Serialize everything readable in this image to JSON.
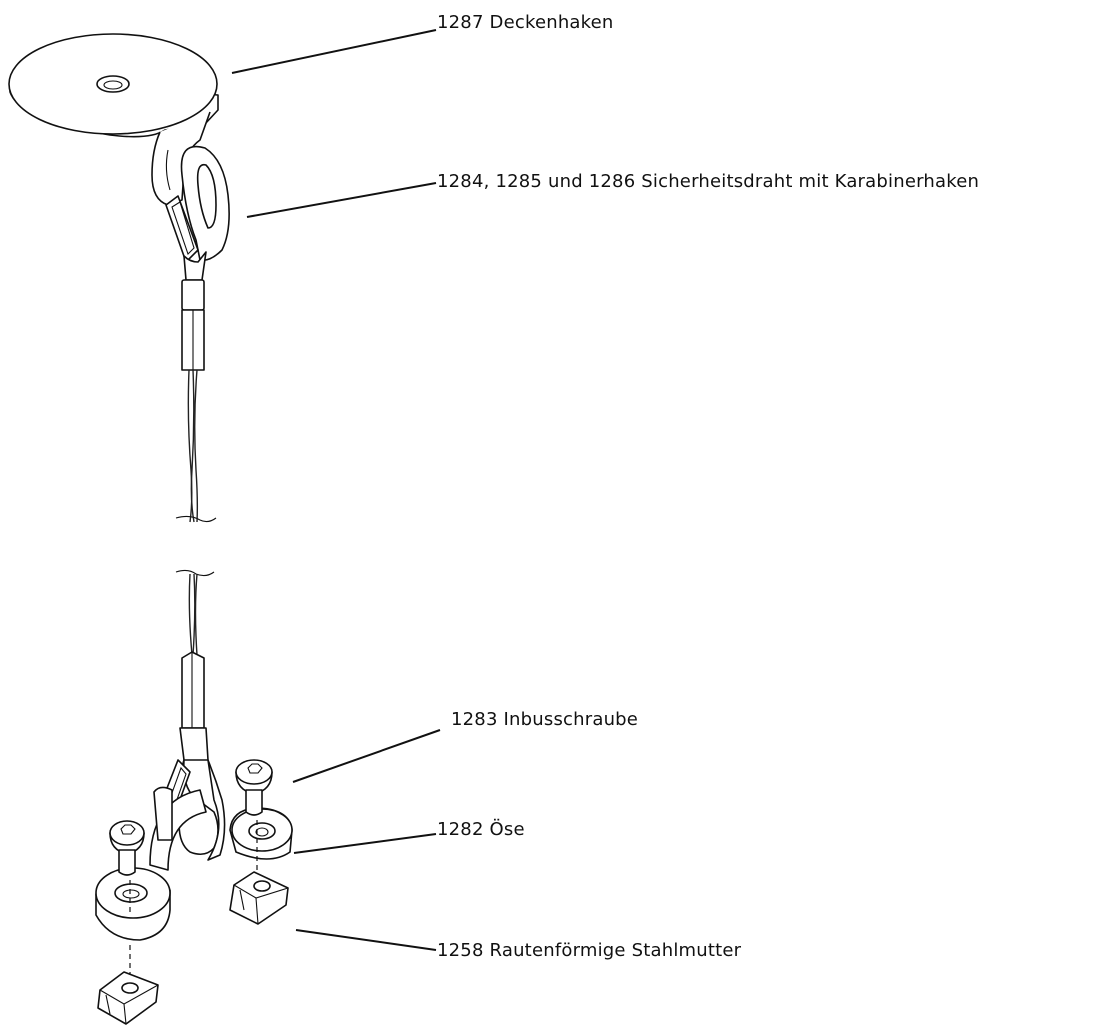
{
  "diagram": {
    "callouts": [
      {
        "id": "deckenhaken",
        "text": "1287 Deckenhaken"
      },
      {
        "id": "sicherheitsdraht",
        "text": "1284, 1285 und 1286 Sicherheitsdraht mit Karabinerhaken"
      },
      {
        "id": "inbusschraube",
        "text": "1283 Inbusschraube"
      },
      {
        "id": "oese",
        "text": "1282 Öse"
      },
      {
        "id": "stahlmutter",
        "text": "1258 Rautenförmige Stahlmutter"
      }
    ],
    "line_color": "#111111",
    "background": "#ffffff"
  }
}
